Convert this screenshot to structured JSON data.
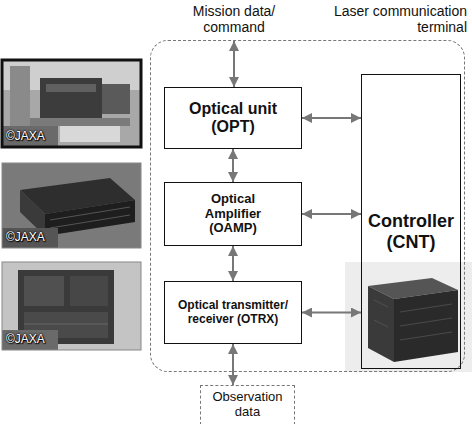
{
  "diagram": {
    "nodes": [
      {
        "text": [
          "Laser communication terminal"
        ]
      },
      {
        "text": [
          "Optical unit (OPT)"
        ],
        "in": 0
      },
      {
        "text": [
          "Optical Amplifier (OAMP)"
        ],
        "in": 0
      },
      {
        "text": [
          "Optical transmitter/ receiver (OTRX)"
        ],
        "in": 0
      },
      {
        "text": [
          "Controller (CNT)"
        ],
        "in": 0
      },
      {
        "text": [
          "Observation data"
        ]
      }
    ],
    "edges": [
      {
        "from": 1,
        "to": 2,
        "arrow": "both"
      },
      {
        "from": 2,
        "to": 3,
        "arrow": "both"
      },
      {
        "from": 3,
        "to": 5,
        "arrow": "both"
      },
      {
        "from": 1,
        "to": 4,
        "arrow": "both"
      },
      {
        "from": 2,
        "to": 4,
        "arrow": "both"
      },
      {
        "from": 3,
        "to": 4,
        "arrow": "both"
      }
    ],
    "labels": [
      "Mission data/ command",
      "©JAXA",
      "©JAXA",
      "©JAXA"
    ]
  }
}
